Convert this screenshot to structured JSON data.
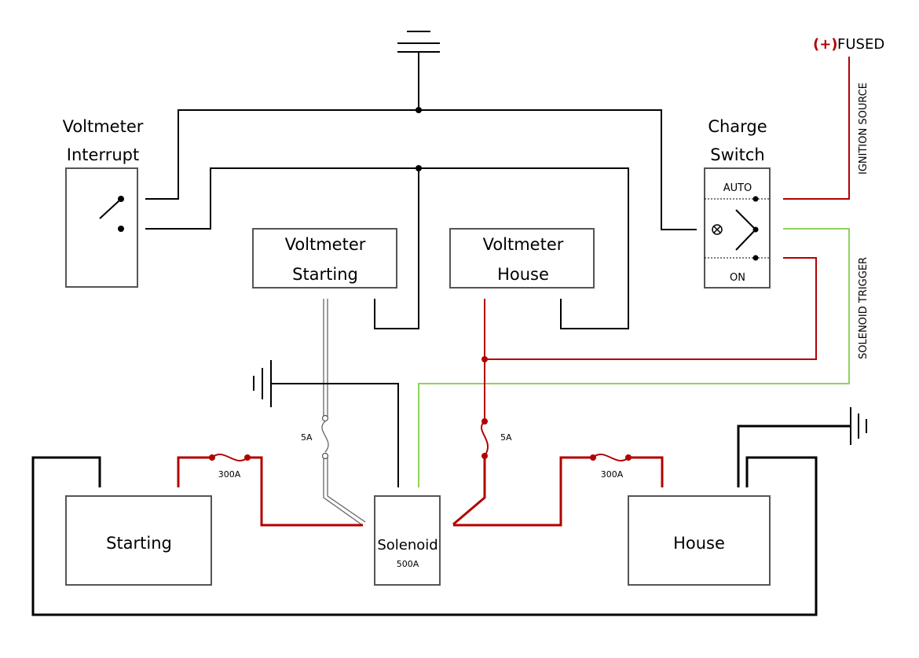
{
  "components": {
    "voltmeter_interrupt": [
      "Voltmeter",
      "Interrupt"
    ],
    "charge_switch": [
      "Charge",
      "Switch"
    ],
    "voltmeter_starting": [
      "Voltmeter",
      "Starting"
    ],
    "voltmeter_house": [
      "Voltmeter",
      "House"
    ],
    "starting_battery": "Starting",
    "house_battery": "House",
    "solenoid": "Solenoid",
    "solenoid_rating": "500A"
  },
  "switch_positions": {
    "auto": "AUTO",
    "on": "ON"
  },
  "side_labels": {
    "fused_plus": "(+)",
    "fused": "FUSED",
    "ignition_source": "IGNITION SOURCE",
    "solenoid_trigger": "SOLENOID TRIGGER"
  },
  "fuses": {
    "starting_main": "300A",
    "house_main": "300A",
    "starting_voltmeter": "5A",
    "house_voltmeter": "5A"
  },
  "colors": {
    "positive_wire": "#b20000",
    "negative_wire": "#000000",
    "trigger_wire": "#8fd35a",
    "sense_wire": "#666666"
  }
}
